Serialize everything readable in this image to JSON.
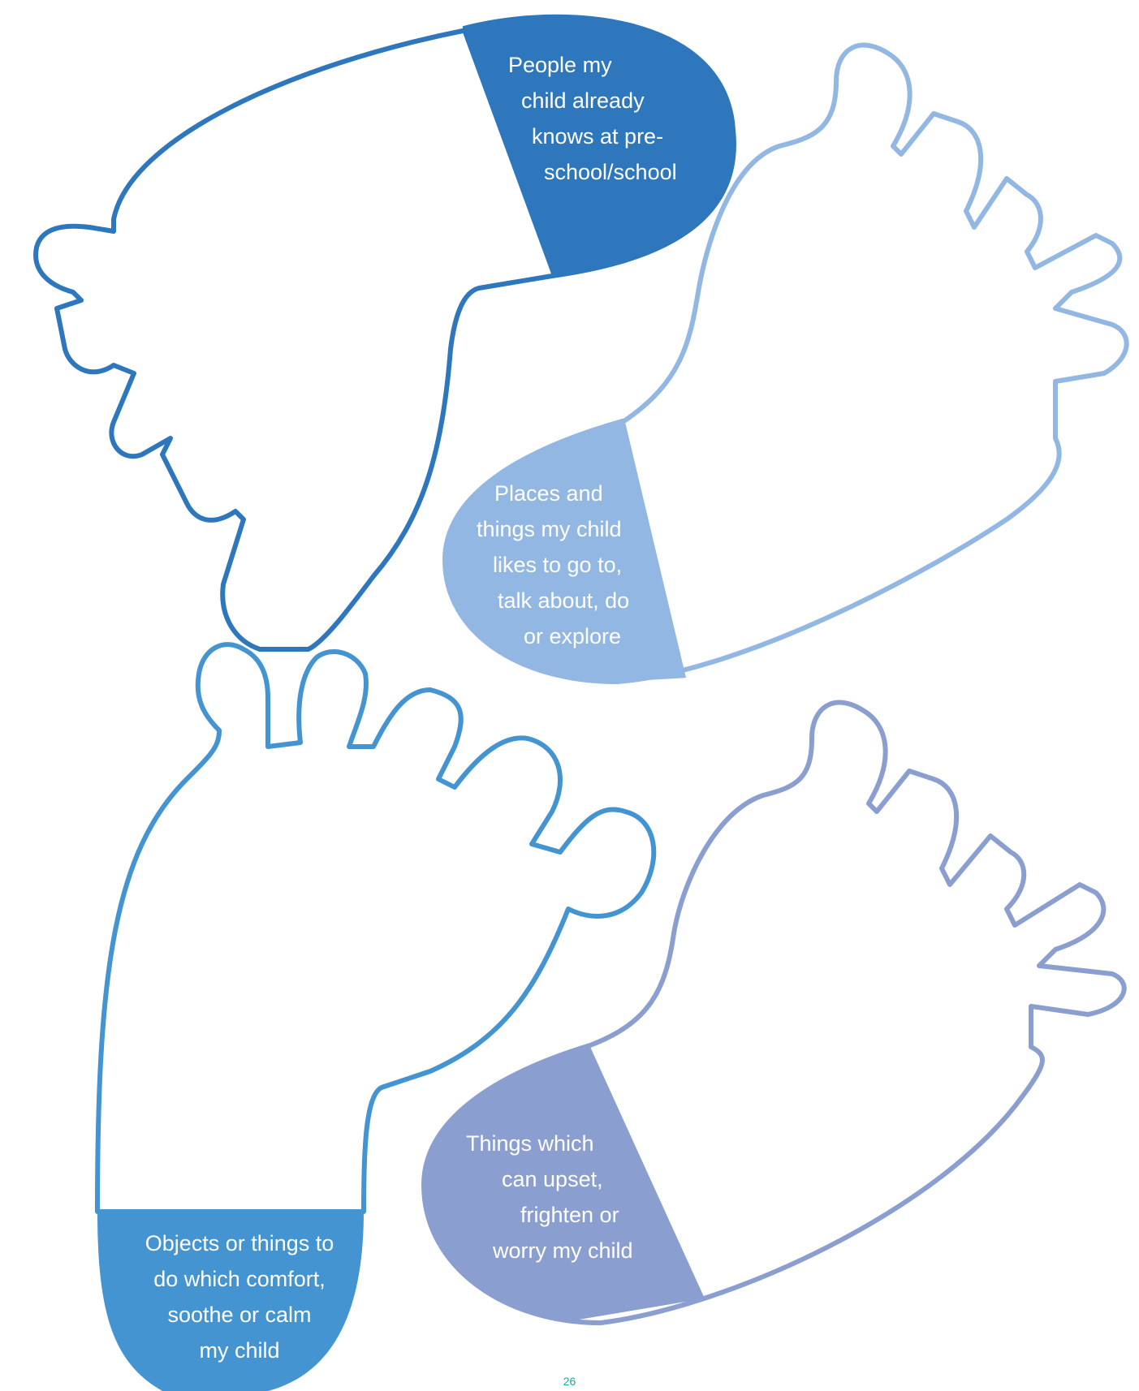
{
  "colors": {
    "foot1": "#2e77bd",
    "foot2": "#92b7e2",
    "foot3": "#4494d2",
    "foot4": "#8a9fd0",
    "page_number": "#1aa6a6"
  },
  "feet": [
    {
      "lines": [
        "People my",
        "child already",
        "knows at pre-",
        "school/school"
      ]
    },
    {
      "lines": [
        "Places and",
        "things my child",
        "likes to go to,",
        "talk about, do",
        "or explore"
      ]
    },
    {
      "lines": [
        "Objects or things to",
        "do which comfort,",
        "soothe or calm",
        "my child"
      ]
    },
    {
      "lines": [
        "Things which",
        "can upset,",
        "frighten or",
        "worry my child"
      ]
    }
  ],
  "page_number": "26"
}
